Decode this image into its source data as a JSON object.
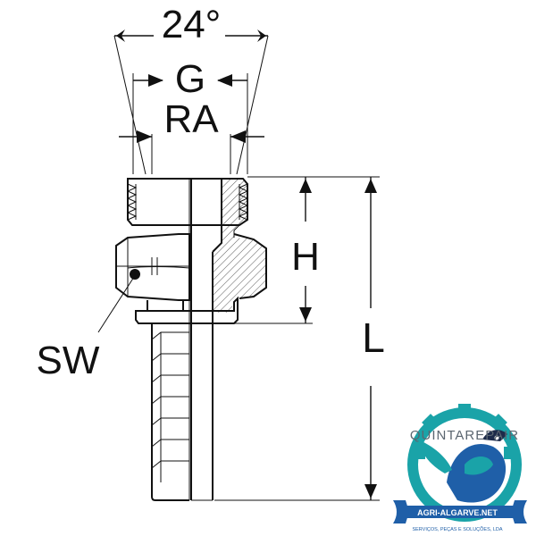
{
  "dimensions": {
    "angle": "24°",
    "thread_g": "G",
    "thread_ra": "RA",
    "height_h": "H",
    "length_l": "L",
    "wrench_sw": "SW"
  },
  "logo": {
    "brand": "QUINTAREPAIR",
    "website": "AGRI-ALGARVE.NET",
    "tagline": "SERVIÇOS, PEÇAS E SOLUÇÕES, LDA",
    "colors": {
      "teal": "#1aa3a8",
      "blue": "#1f5fa8",
      "dark": "#1d2b4a",
      "grey": "#5b6670"
    }
  }
}
